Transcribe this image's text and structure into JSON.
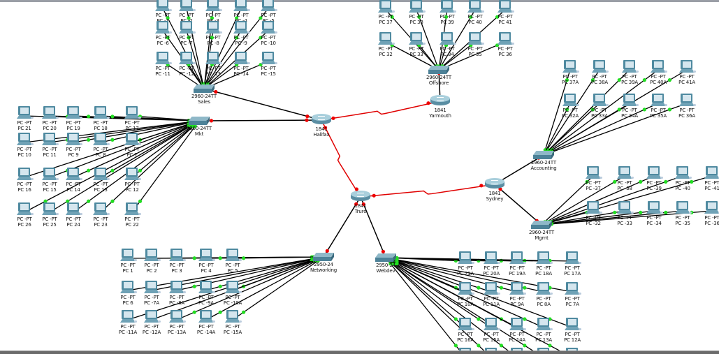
{
  "diagram": {
    "type": "network-topology",
    "colors": {
      "ethernet": "#000000",
      "serial": "#e00000",
      "link_up": "#22dd22",
      "link_down": "#ee0000",
      "background": "#ffffff"
    },
    "routers": [
      {
        "id": "halifax",
        "model": "1841",
        "name": "Halifax"
      },
      {
        "id": "yarmouth",
        "model": "1841",
        "name": "Yarmouth"
      },
      {
        "id": "truro",
        "model": "1841",
        "name": "Truro"
      },
      {
        "id": "sydney",
        "model": "1841",
        "name": "Sydney"
      }
    ],
    "switches": [
      {
        "id": "sales",
        "model": "2960-24TT",
        "name": "Sales"
      },
      {
        "id": "mkt",
        "model": "2960-24TT",
        "name": "Mkt"
      },
      {
        "id": "offshore",
        "model": "2960-24TT",
        "name": "Offshore"
      },
      {
        "id": "accounting",
        "model": "2960-24TT",
        "name": "Accounting"
      },
      {
        "id": "mgmt",
        "model": "2960-24TT",
        "name": "Mgmt"
      },
      {
        "id": "networking",
        "model": "2950-24",
        "name": "Networking"
      },
      {
        "id": "webdev",
        "model": "2950-24",
        "name": "Webdev"
      }
    ],
    "serial_links": [
      [
        "halifax",
        "yarmouth"
      ],
      [
        "halifax",
        "truro"
      ],
      [
        "truro",
        "sydney"
      ]
    ],
    "ethernet_uplinks": [
      [
        "sales",
        "halifax"
      ],
      [
        "mkt",
        "halifax"
      ],
      [
        "offshore",
        "yarmouth"
      ],
      [
        "accounting",
        "sydney"
      ],
      [
        "mgmt",
        "sydney"
      ],
      [
        "networking",
        "truro"
      ],
      [
        "webdev",
        "truro"
      ]
    ],
    "pc_groups": {
      "sales": [
        "PC -1",
        "PC -2",
        "PC -3",
        "PC -4",
        "PC -5",
        "PC -6",
        "PC -7",
        "PC -8",
        "PC -9",
        "PC -10",
        "PC -11",
        "PC -12",
        "PC -13",
        "PC -14",
        "PC -15"
      ],
      "mkt": [
        "PC 21",
        "PC 20",
        "PC 19",
        "PC 18",
        "PC 17",
        "PC 10",
        "PC 11",
        "PC 9",
        "PC 8",
        "PC 7",
        "PC 16",
        "PC 15",
        "PC 14",
        "PC 13",
        "PC 12",
        "PC 26",
        "PC 25",
        "PC 24",
        "PC 23",
        "PC 22"
      ],
      "offshore": [
        "PC 37",
        "PC 38",
        "PC 39",
        "PC 40",
        "PC 41",
        "PC 32",
        "PC 33",
        "PC 34",
        "PC 35",
        "PC 36"
      ],
      "accounting": [
        "PC 37A",
        "PC 38A",
        "PC 39A",
        "PC 40A",
        "PC 41A",
        "PC 32A",
        "PC 33A",
        "PC 34A",
        "PC 35A",
        "PC 36A"
      ],
      "mgmt": [
        "PC -37",
        "PC -38",
        "PC -39",
        "PC -40",
        "PC -41",
        "PC -32",
        "PC -33",
        "PC -34",
        "PC -35",
        "PC -36"
      ],
      "networking": [
        "PC 1",
        "PC 2",
        "PC 3",
        "PC 4",
        "PC 5",
        "PC 6",
        "PC -7A",
        "PC -8A",
        "PC -9A",
        "PC -10A",
        "PC -11A",
        "PC -12A",
        "PC -13A",
        "PC -14A",
        "PC -15A"
      ],
      "webdev": [
        "PC 21A",
        "PC 20A",
        "PC 19A",
        "PC 18A",
        "PC 17A",
        "PC 10A",
        "PC 11A",
        "PC 9A",
        "PC 8A",
        "PC 7A",
        "PC 16A",
        "PC 15A",
        "PC 14A",
        "PC 13A",
        "PC 12A",
        "",
        "",
        "",
        "",
        ""
      ]
    },
    "pc_model_label": "PC-PT"
  }
}
